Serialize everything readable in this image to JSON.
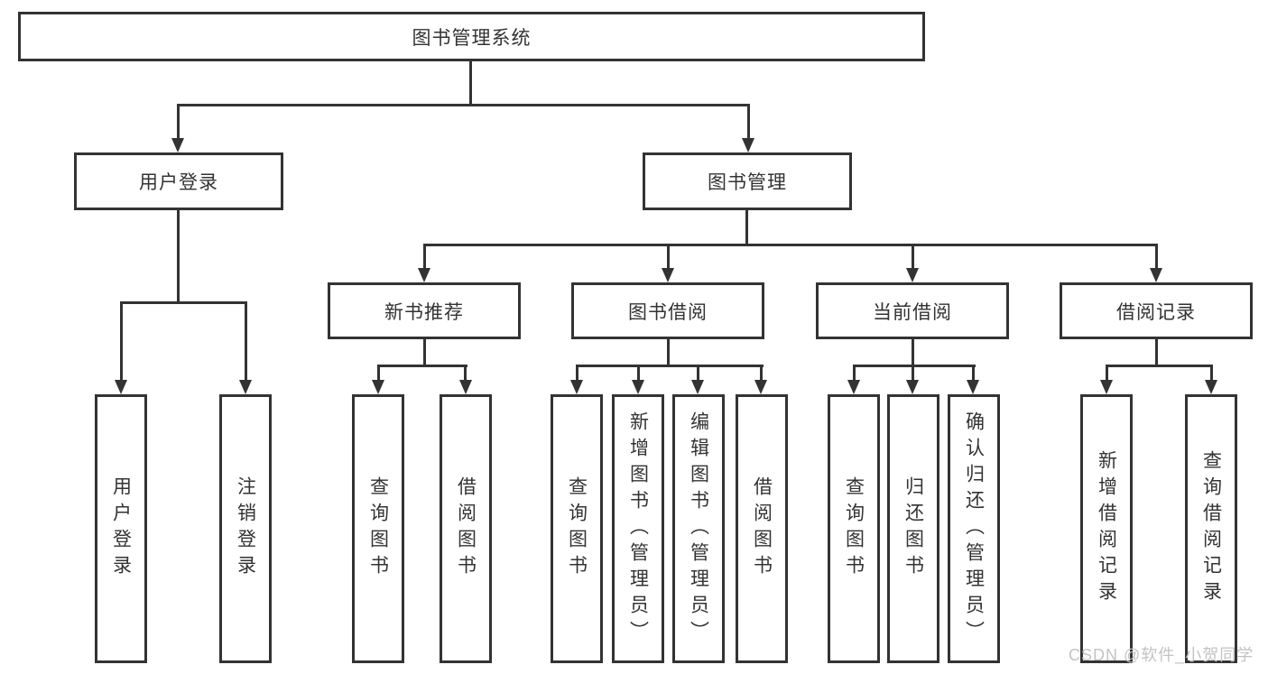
{
  "diagram_type": "hierarchy-tree",
  "tree": {
    "root": {
      "label": "图书管理系统"
    },
    "level2": [
      {
        "label": "用户登录"
      },
      {
        "label": "图书管理"
      }
    ],
    "level3": [
      {
        "label": "新书推荐"
      },
      {
        "label": "图书借阅"
      },
      {
        "label": "当前借阅"
      },
      {
        "label": "借阅记录"
      }
    ],
    "leaves": {
      "user_login": [
        {
          "label": "用户登录"
        },
        {
          "label": "注销登录"
        }
      ],
      "new_books": [
        {
          "label": "查询图书"
        },
        {
          "label": "借阅图书"
        }
      ],
      "book_borrow": [
        {
          "label": "查询图书"
        },
        {
          "label": "新增图书（管理员）"
        },
        {
          "label": "编辑图书（管理员）"
        },
        {
          "label": "借阅图书"
        }
      ],
      "current_borrow": [
        {
          "label": "查询图书"
        },
        {
          "label": "归还图书"
        },
        {
          "label": "确认归还（管理员）"
        }
      ],
      "borrow_records": [
        {
          "label": "新增借阅记录"
        },
        {
          "label": "查询借阅记录"
        }
      ]
    }
  },
  "watermark": {
    "text": "CSDN @软件_小贺同学"
  },
  "colors": {
    "line": "#333333",
    "text": "#333333",
    "watermark": "#c3c3c3",
    "background": "#ffffff"
  }
}
